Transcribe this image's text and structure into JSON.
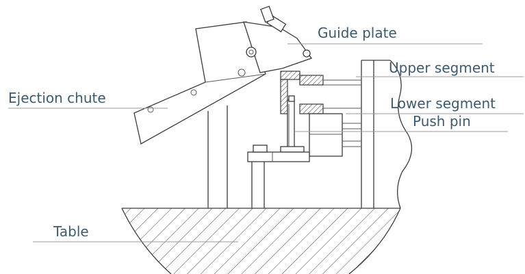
{
  "labels": {
    "guide_plate": "Guide plate",
    "upper_segment": "Upper segment",
    "ejection_chute": "Ejection chute",
    "lower_segment": "Lower segment",
    "push_pin": "Push pin",
    "table": "Table"
  }
}
